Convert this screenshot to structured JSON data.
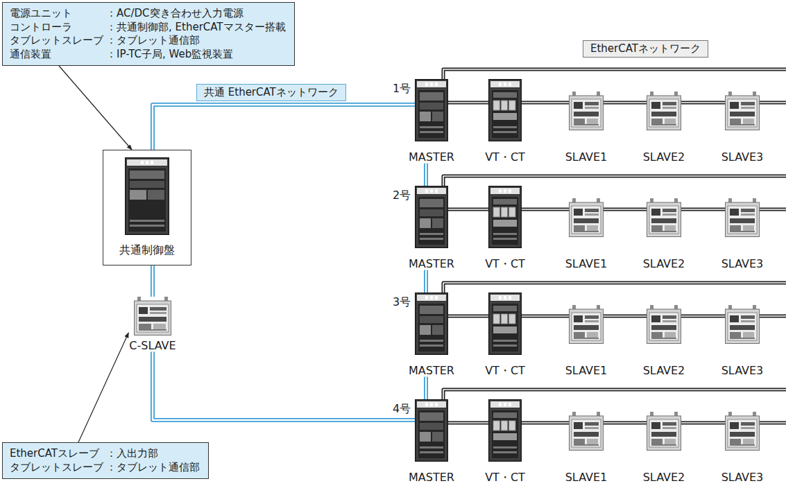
{
  "diagram": {
    "nodes": [
      {
        "text": [
          "電源ユニット",
          "：AC/DC突き合わせ入力電源",
          "コントローラ",
          "：共通制御部, EtherCATマスター搭載",
          "タブレットスレーブ",
          "：タブレット通信部",
          "通信装置",
          "：IP-TC子局, Web監視装置"
        ]
      },
      {
        "text": [
          "共通制御盤"
        ]
      },
      {
        "text": [
          "C-SLAVE"
        ]
      },
      {
        "text": [
          "EtherCATスレーブ",
          "：入出力部",
          "タブレットスレーブ",
          "：タブレット通信部"
        ]
      },
      {
        "text": [
          "共通 EtherCATネットワーク"
        ]
      },
      {
        "text": [
          "EtherCATネットワーク"
        ]
      },
      {
        "text": [
          "MASTER"
        ]
      },
      {
        "text": [
          "VT・CT"
        ]
      },
      {
        "text": [
          "SLAVE1"
        ]
      },
      {
        "text": [
          "SLAVE2"
        ]
      },
      {
        "text": [
          "SLAVE3"
        ]
      },
      {
        "text": [
          "MASTER"
        ]
      },
      {
        "text": [
          "VT・CT"
        ]
      },
      {
        "text": [
          "SLAVE1"
        ]
      },
      {
        "text": [
          "SLAVE2"
        ]
      },
      {
        "text": [
          "SLAVE3"
        ]
      },
      {
        "text": [
          "MASTER"
        ]
      },
      {
        "text": [
          "VT・CT"
        ]
      },
      {
        "text": [
          "SLAVE1"
        ]
      },
      {
        "text": [
          "SLAVE2"
        ]
      },
      {
        "text": [
          "SLAVE3"
        ]
      },
      {
        "text": [
          "MASTER"
        ]
      },
      {
        "text": [
          "VT・CT"
        ]
      },
      {
        "text": [
          "SLAVE1"
        ]
      },
      {
        "text": [
          "SLAVE2"
        ]
      },
      {
        "text": [
          "SLAVE3"
        ]
      }
    ],
    "edges": [
      {
        "from": 0,
        "to": 1,
        "arrow": "to"
      },
      {
        "from": 3,
        "to": 2,
        "arrow": "to"
      },
      {
        "from": 1,
        "to": 6,
        "arrow": "none"
      },
      {
        "from": 6,
        "to": 11,
        "arrow": "none"
      },
      {
        "from": 11,
        "to": 16,
        "arrow": "none"
      },
      {
        "from": 16,
        "to": 21,
        "arrow": "none"
      },
      {
        "from": 21,
        "to": 2,
        "arrow": "none"
      },
      {
        "from": 1,
        "to": 2,
        "arrow": "none"
      },
      {
        "from": 6,
        "to": 7,
        "arrow": "none"
      },
      {
        "from": 7,
        "to": 8,
        "arrow": "none"
      },
      {
        "from": 8,
        "to": 9,
        "arrow": "none"
      },
      {
        "from": 9,
        "to": 10,
        "arrow": "none"
      },
      {
        "from": 10,
        "to": 6,
        "arrow": "none"
      },
      {
        "from": 11,
        "to": 12,
        "arrow": "none"
      },
      {
        "from": 12,
        "to": 13,
        "arrow": "none"
      },
      {
        "from": 13,
        "to": 14,
        "arrow": "none"
      },
      {
        "from": 14,
        "to": 15,
        "arrow": "none"
      },
      {
        "from": 15,
        "to": 11,
        "arrow": "none"
      },
      {
        "from": 16,
        "to": 17,
        "arrow": "none"
      },
      {
        "from": 17,
        "to": 18,
        "arrow": "none"
      },
      {
        "from": 18,
        "to": 19,
        "arrow": "none"
      },
      {
        "from": 19,
        "to": 20,
        "arrow": "none"
      },
      {
        "from": 20,
        "to": 16,
        "arrow": "none"
      },
      {
        "from": 21,
        "to": 22,
        "arrow": "none"
      },
      {
        "from": 22,
        "to": 23,
        "arrow": "none"
      },
      {
        "from": 23,
        "to": 24,
        "arrow": "none"
      },
      {
        "from": 24,
        "to": 25,
        "arrow": "none"
      },
      {
        "from": 25,
        "to": 21,
        "arrow": "none"
      }
    ],
    "labels": [
      "1号",
      "2号",
      "3号",
      "4号"
    ]
  }
}
